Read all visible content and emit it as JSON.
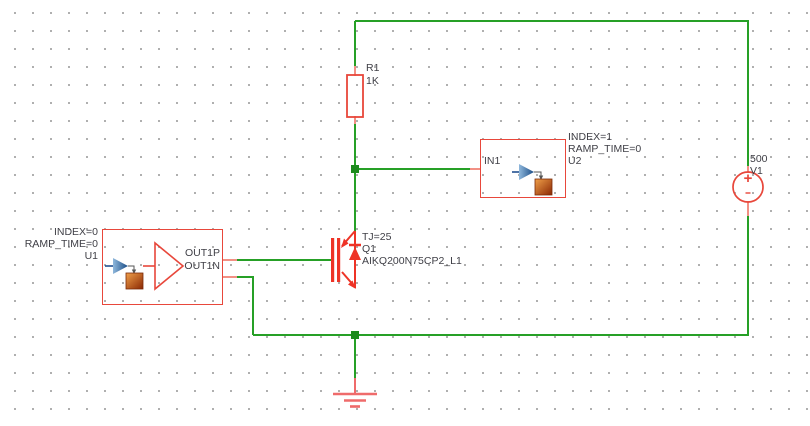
{
  "app": {
    "description": "PSpice/OrCAD style schematic canvas"
  },
  "colors": {
    "wire_green": "#26a026",
    "junction_green": "#1d8a1d",
    "part_red": "#e8473b",
    "pin_salmon": "#f29084",
    "label_text": "#3f3f46",
    "icon_blue": "#1a4c86",
    "icon_orange": "#c2520f"
  },
  "components": {
    "r1": {
      "ref": "R1",
      "value": "1K"
    },
    "v1": {
      "value": "500",
      "ref": "V1"
    },
    "q1": {
      "labels": [
        "TJ=25",
        "Q1",
        "AIKQ200N75CP2_L1"
      ]
    },
    "u1": {
      "labels": [
        "INDEX=0",
        "RAMP_TIME=0",
        "U1"
      ],
      "pins": [
        "OUT1P",
        "OUT1N"
      ]
    },
    "u2": {
      "labels": [
        "INDEX=1",
        "RAMP_TIME=0",
        "U2"
      ],
      "pins": [
        "IN1"
      ]
    }
  }
}
